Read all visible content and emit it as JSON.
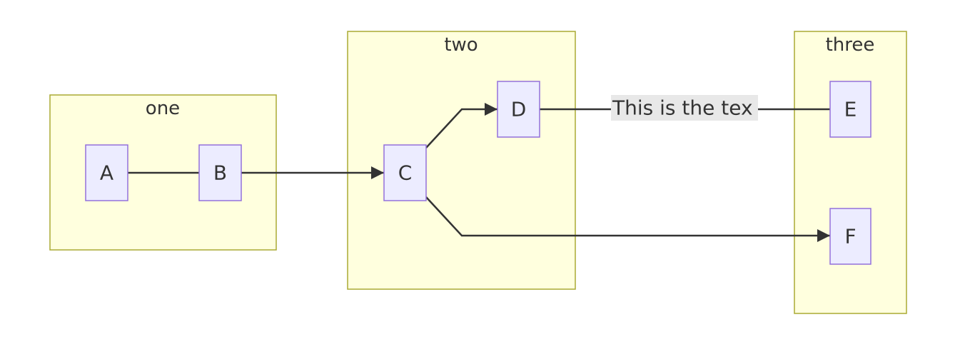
{
  "clusters": {
    "one": {
      "label": "one"
    },
    "two": {
      "label": "two"
    },
    "three": {
      "label": "three"
    }
  },
  "nodes": {
    "A": {
      "label": "A"
    },
    "B": {
      "label": "B"
    },
    "C": {
      "label": "C"
    },
    "D": {
      "label": "D"
    },
    "E": {
      "label": "E"
    },
    "F": {
      "label": "F"
    }
  },
  "edges": [
    {
      "from": "A",
      "to": "B",
      "arrow": false,
      "label": ""
    },
    {
      "from": "B",
      "to": "C",
      "arrow": true,
      "label": ""
    },
    {
      "from": "C",
      "to": "D",
      "arrow": true,
      "label": ""
    },
    {
      "from": "C",
      "to": "F",
      "arrow": true,
      "label": ""
    },
    {
      "from": "D",
      "to": "E",
      "arrow": false,
      "label": "This is the tex"
    }
  ],
  "colors": {
    "cluster_fill": "#ffffde",
    "cluster_stroke": "#aaaa33",
    "node_fill": "#ececff",
    "node_stroke": "#9370db",
    "edge": "#333333",
    "edge_label_bg": "#e8e8e8"
  }
}
